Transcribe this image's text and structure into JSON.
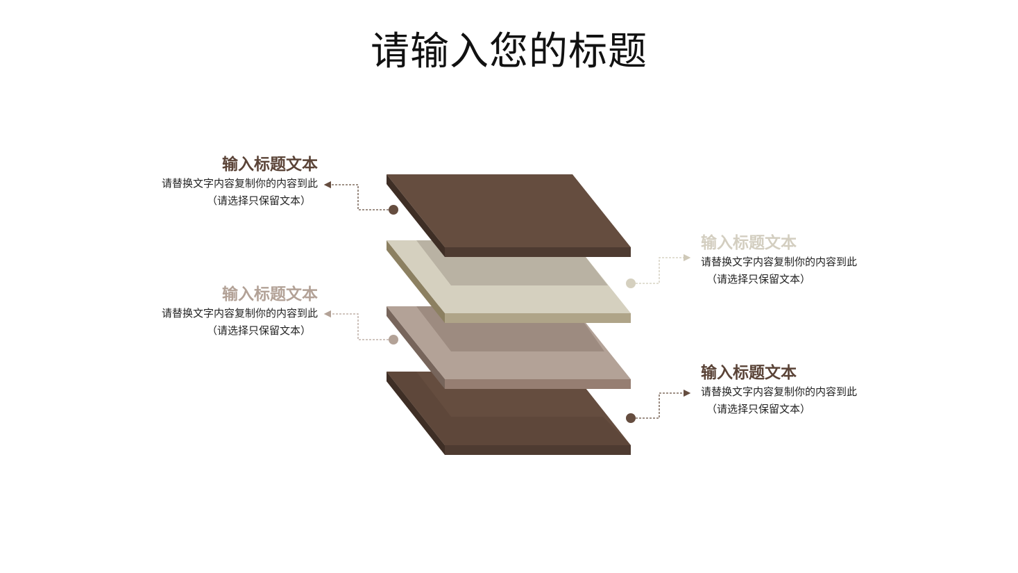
{
  "title": "请输入您的标题",
  "colors": {
    "dark_brown": "#654D3F",
    "beige": "#D5D0BF",
    "taupe": "#B3A297",
    "text": "#222222"
  },
  "items": [
    {
      "heading": "输入标题文本",
      "line1": "请替换文字内容复制你的内容到此",
      "line2": "（请选择只保留文本）",
      "color": "#5A4337"
    },
    {
      "heading": "输入标题文本",
      "line1": "请替换文字内容复制你的内容到此",
      "line2": "（请选择只保留文本）",
      "color": "#D3CEC0"
    },
    {
      "heading": "输入标题文本",
      "line1": "请替换文字内容复制你的内容到此",
      "line2": "（请选择只保留文本）",
      "color": "#B2A196"
    },
    {
      "heading": "输入标题文本",
      "line1": "请替换文字内容复制你的内容到此",
      "line2": "（请选择只保留文本）",
      "color": "#5A4337"
    }
  ]
}
